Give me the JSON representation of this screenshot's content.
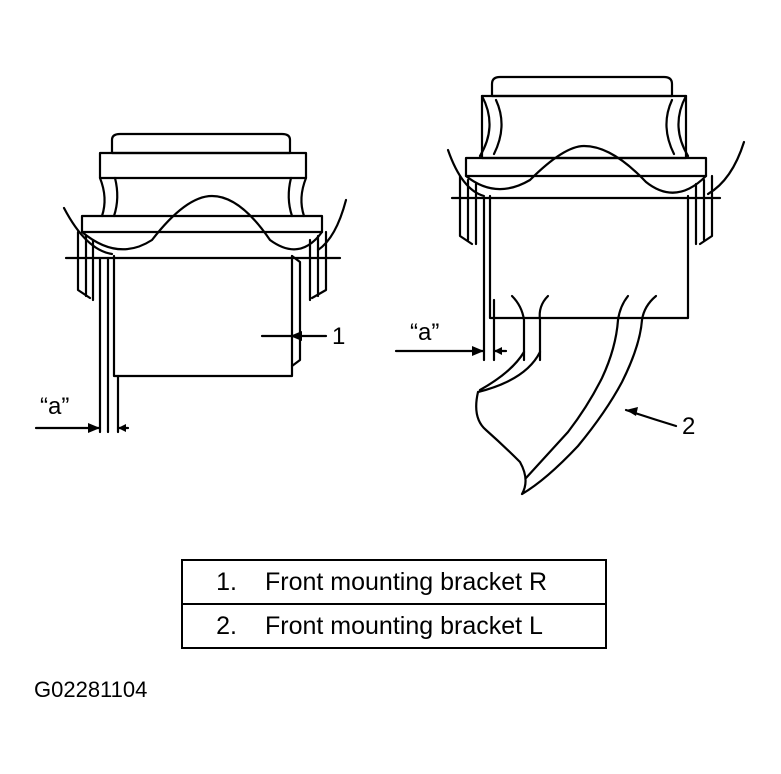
{
  "callouts": {
    "left_dimension": "“a”",
    "right_dimension": "“a”",
    "part_1": "1",
    "part_2": "2"
  },
  "legend": [
    {
      "number": "1.",
      "text": "Front mounting bracket R"
    },
    {
      "number": "2.",
      "text": "Front mounting bracket L"
    }
  ],
  "figure_id": "G02281104"
}
